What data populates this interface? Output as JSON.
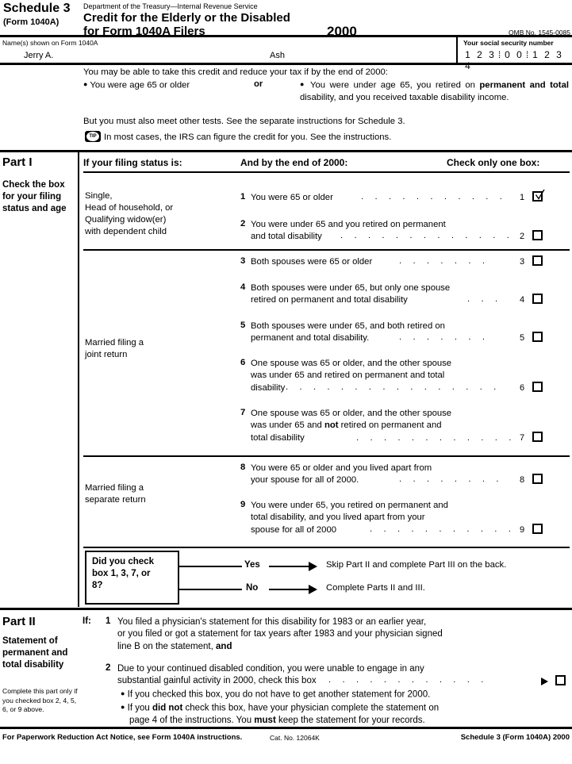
{
  "header": {
    "schedule_title": "Schedule 3",
    "schedule_sub": "(Form 1040A)",
    "department": "Department of the Treasury—Internal Revenue Service",
    "main_title_line1": "Credit for the Elderly or the Disabled",
    "main_title_line2": "for Form 1040A Filers",
    "year": "2000",
    "omb": "OMB No. 1545-0085"
  },
  "name_band": {
    "name_label": "Name(s) shown on Form 1040A",
    "first_name": "Jerry A.",
    "last_name": "Ash",
    "ssn_label": "Your social security number",
    "ssn_digits": [
      "1",
      "2",
      "3",
      "0",
      "0",
      "1",
      "2",
      "3",
      "4"
    ]
  },
  "intro": {
    "lead": "You may be able to take this credit and reduce your tax if by the end of 2000:",
    "bullet_left": "You were age 65 or older",
    "or_word": "or",
    "bullet_right_pre": "You were under age 65, you retired on ",
    "bullet_right_bold1": "permanent and total",
    "bullet_right_post": " disability, and you received taxable disability income.",
    "note": "But you must also meet other tests. See the separate instructions for Schedule 3.",
    "tip_icon": "tip-icon",
    "tip_text": "In most cases, the IRS can figure the credit for you. See the instructions."
  },
  "part1": {
    "part_name": "Part I",
    "part_desc": "Check the box for your filing status and age",
    "col_status": "If your filing status is:",
    "col_end": "And by the end of 2000:",
    "col_check": "Check only one box:",
    "groups": [
      {
        "status": "Single,\nHead of household, or\nQualifying widow(er)\nwith dependent child",
        "status_lines": [
          "Single,",
          "Head of household, or",
          "Qualifying widow(er)",
          "with dependent child"
        ]
      },
      {
        "status_lines": [
          "Married filing a",
          "joint return"
        ]
      },
      {
        "status_lines": [
          "Married filing a",
          "separate return"
        ]
      }
    ],
    "rows": [
      {
        "num": "1",
        "lines": [
          "You were 65 or older"
        ],
        "box_label": "1",
        "checked": true
      },
      {
        "num": "2",
        "lines": [
          "You were under 65 and you retired on permanent",
          "and total disability"
        ],
        "box_label": "2",
        "checked": false
      },
      {
        "num": "3",
        "lines": [
          "Both spouses were 65 or older"
        ],
        "box_label": "3",
        "checked": false
      },
      {
        "num": "4",
        "lines": [
          "Both spouses were under 65, but only one spouse",
          "retired on permanent and total disability"
        ],
        "box_label": "4",
        "checked": false
      },
      {
        "num": "5",
        "lines": [
          "Both spouses were under 65, and both retired on",
          "permanent and total disability."
        ],
        "box_label": "5",
        "checked": false
      },
      {
        "num": "6",
        "lines": [
          "One spouse was 65 or older, and the other spouse",
          "was under 65 and retired on permanent and total",
          "disability"
        ],
        "box_label": "6",
        "checked": false
      },
      {
        "num": "7",
        "lines": [
          "One spouse was 65 or older, and the other spouse",
          "was under 65 and not retired on permanent and",
          "total disability"
        ],
        "box_label": "7",
        "checked": false
      },
      {
        "num": "8",
        "lines": [
          "You were 65 or older and you lived apart from",
          "your spouse for all of 2000."
        ],
        "box_label": "8",
        "checked": false
      },
      {
        "num": "9",
        "lines": [
          "You were under 65, you retired on permanent and",
          "total disability, and you lived apart from your",
          "spouse for all of 2000"
        ],
        "box_label": "9",
        "checked": false
      }
    ],
    "decision": {
      "question_lines": [
        "Did you check",
        "box 1, 3, 7, or",
        "8?"
      ],
      "yes_label": "Yes",
      "yes_result": "Skip Part II and complete Part III on the back.",
      "no_label": "No",
      "no_result": "Complete Parts II and III."
    }
  },
  "part2": {
    "part_name": "Part II",
    "part_desc": "Statement of permanent and total disability",
    "part_note": "Complete this part only if you checked box 2, 4, 5, 6, or 9 above.",
    "if_label": "If:",
    "item1_num": "1",
    "item1_lines": [
      "You filed a physician's statement for this disability for 1983 or an earlier year,",
      "or you filed or got a statement for tax years after 1983 and your physician signed",
      "line B on the statement, and"
    ],
    "item2_num": "2",
    "item2_lines": [
      "Due to your continued disabled condition, you were unable to engage in any",
      "substantial gainful activity in 2000, check this box"
    ],
    "sub_bullet1": "If you checked this box, you do not have to get another statement for 2000.",
    "sub_bullet2_lines": [
      "If you did not check this box, have your physician complete the statement on",
      "page 4 of the instructions. You must keep the statement for your records."
    ],
    "checkbox_checked": false
  },
  "footer": {
    "left": "For Paperwork Reduction Act Notice, see Form 1040A instructions.",
    "cat": "Cat. No. 12064K",
    "right": "Schedule 3 (Form 1040A) 2000"
  }
}
